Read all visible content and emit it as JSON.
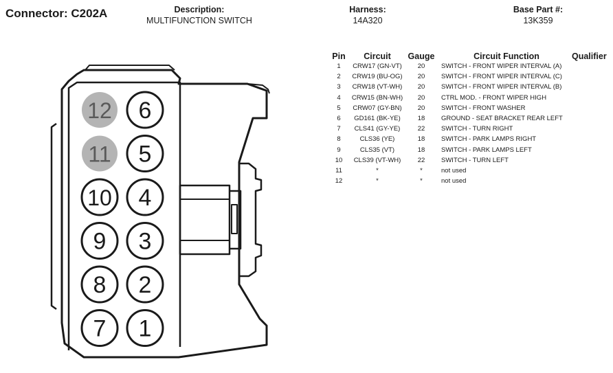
{
  "header": {
    "connector": "Connector: C202A",
    "description_label": "Description:",
    "description_value": "MULTIFUNCTION SWITCH",
    "harness_label": "Harness:",
    "harness_value": "14A320",
    "base_part_label": "Base Part #:",
    "base_part_value": "13K359"
  },
  "connector_face": {
    "cavities": [
      {
        "label": "12",
        "shaded": true
      },
      {
        "label": "6",
        "shaded": false
      },
      {
        "label": "11",
        "shaded": true
      },
      {
        "label": "5",
        "shaded": false
      },
      {
        "label": "10",
        "shaded": false
      },
      {
        "label": "4",
        "shaded": false
      },
      {
        "label": "9",
        "shaded": false
      },
      {
        "label": "3",
        "shaded": false
      },
      {
        "label": "8",
        "shaded": false
      },
      {
        "label": "2",
        "shaded": false
      },
      {
        "label": "7",
        "shaded": false
      },
      {
        "label": "1",
        "shaded": false
      }
    ],
    "colors": {
      "shaded_fill": "#b4b4b4",
      "shaded_text": "#5a5a5a",
      "stroke": "#1a1a1a"
    }
  },
  "table": {
    "headers": {
      "pin": "Pin",
      "circuit": "Circuit",
      "gauge": "Gauge",
      "function": "Circuit Function",
      "qualifier": "Qualifier"
    },
    "rows": [
      {
        "pin": "1",
        "circuit": "CRW17 (GN-VT)",
        "gauge": "20",
        "function": "SWITCH - FRONT WIPER INTERVAL (A)",
        "qualifier": ""
      },
      {
        "pin": "2",
        "circuit": "CRW19 (BU-OG)",
        "gauge": "20",
        "function": "SWITCH - FRONT WIPER INTERVAL (C)",
        "qualifier": ""
      },
      {
        "pin": "3",
        "circuit": "CRW18 (VT-WH)",
        "gauge": "20",
        "function": "SWITCH - FRONT WIPER INTERVAL (B)",
        "qualifier": ""
      },
      {
        "pin": "4",
        "circuit": "CRW15 (BN-WH)",
        "gauge": "20",
        "function": "CTRL MOD. - FRONT WIPER HIGH",
        "qualifier": ""
      },
      {
        "pin": "5",
        "circuit": "CRW07 (GY-BN)",
        "gauge": "20",
        "function": "SWITCH - FRONT WASHER",
        "qualifier": ""
      },
      {
        "pin": "6",
        "circuit": "GD161 (BK-YE)",
        "gauge": "18",
        "function": "GROUND - SEAT BRACKET REAR LEFT",
        "qualifier": ""
      },
      {
        "pin": "7",
        "circuit": "CLS41 (GY-YE)",
        "gauge": "22",
        "function": "SWITCH - TURN RIGHT",
        "qualifier": ""
      },
      {
        "pin": "8",
        "circuit": "CLS36 (YE)",
        "gauge": "18",
        "function": "SWITCH - PARK LAMPS RIGHT",
        "qualifier": ""
      },
      {
        "pin": "9",
        "circuit": "CLS35 (VT)",
        "gauge": "18",
        "function": "SWITCH - PARK LAMPS LEFT",
        "qualifier": ""
      },
      {
        "pin": "10",
        "circuit": "CLS39 (VT-WH)",
        "gauge": "22",
        "function": "SWITCH - TURN LEFT",
        "qualifier": ""
      },
      {
        "pin": "11",
        "circuit": "*",
        "gauge": "*",
        "function": "not used",
        "qualifier": ""
      },
      {
        "pin": "12",
        "circuit": "*",
        "gauge": "*",
        "function": "not used",
        "qualifier": ""
      }
    ]
  }
}
